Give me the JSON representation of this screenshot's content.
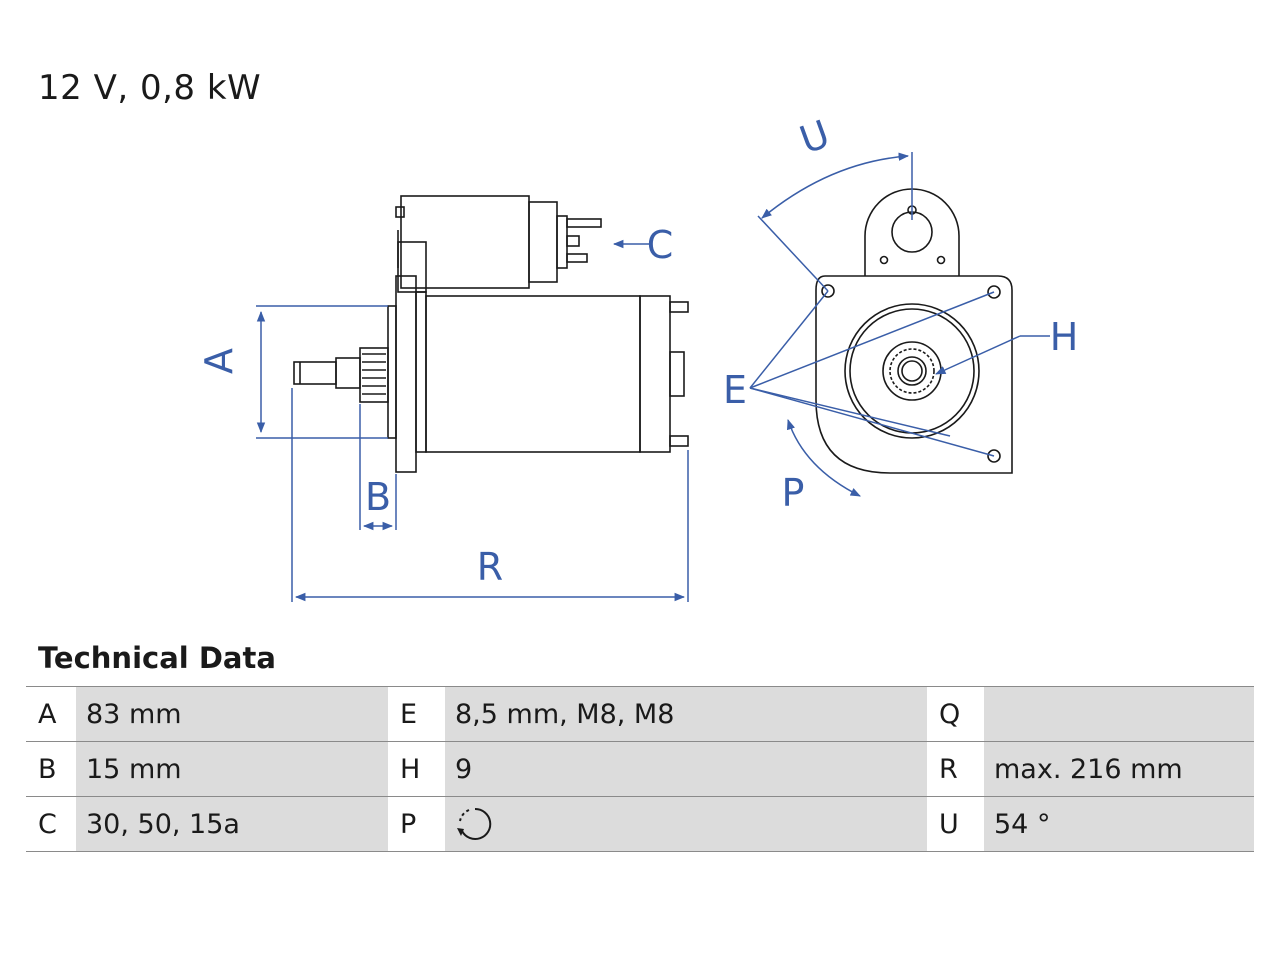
{
  "headline": "12 V, 0,8 kW",
  "diagram_labels": {
    "A": "A",
    "B": "B",
    "C": "C",
    "E": "E",
    "H": "H",
    "P": "P",
    "R": "R",
    "U": "U"
  },
  "colors": {
    "dimension": "#3a5ea8",
    "outline": "#1a1a1a",
    "value_bg": "#dcdcdc",
    "rule": "#8a8a8a"
  },
  "technical_data": {
    "heading": "Technical Data",
    "rows": [
      [
        {
          "key": "A",
          "value": "83 mm"
        },
        {
          "key": "E",
          "value": "8,5 mm, M8, M8"
        },
        {
          "key": "Q",
          "value": ""
        }
      ],
      [
        {
          "key": "B",
          "value": "15 mm"
        },
        {
          "key": "H",
          "value": "9"
        },
        {
          "key": "R",
          "value": "max. 216 mm"
        }
      ],
      [
        {
          "key": "C",
          "value": "30, 50, 15a"
        },
        {
          "key": "P",
          "value": "",
          "icon": "rotation-direction-icon"
        },
        {
          "key": "U",
          "value": "54 °"
        }
      ]
    ]
  }
}
